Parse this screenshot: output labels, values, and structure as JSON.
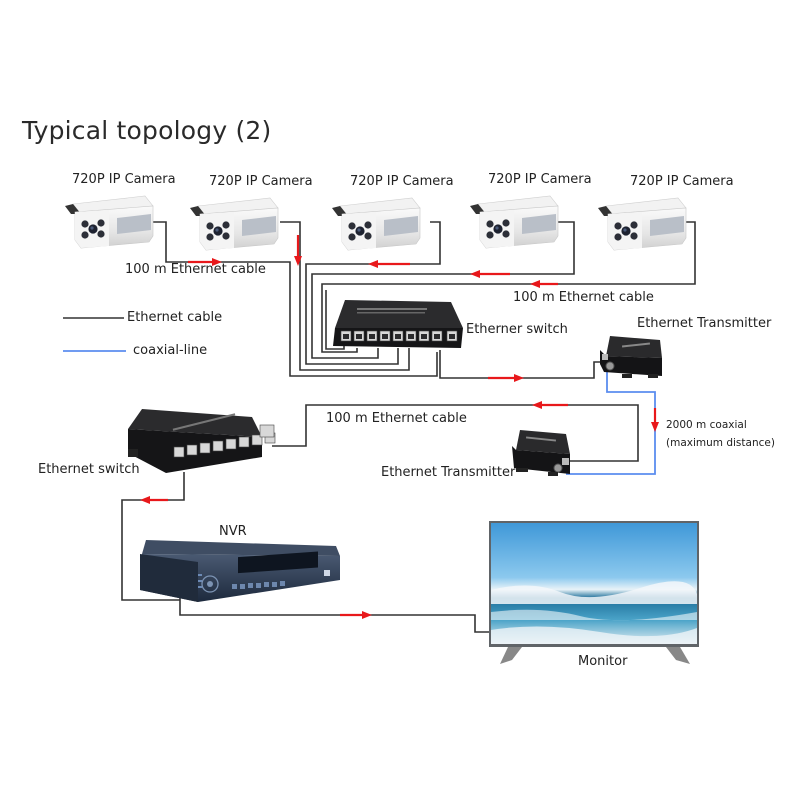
{
  "title": "Typical topology (2)",
  "cameras": [
    {
      "label": "720P IP Camera"
    },
    {
      "label": "720P IP Camera"
    },
    {
      "label": "720P IP Camera"
    },
    {
      "label": "720P IP Camera"
    },
    {
      "label": "720P IP Camera"
    }
  ],
  "cable_labels": {
    "top_left": "100 m Ethernet cable",
    "top_right": "100 m Ethernet cable",
    "middle": "100 m Ethernet cable"
  },
  "legend": [
    {
      "label": "Ethernet cable",
      "color": "#333333"
    },
    {
      "label": "coaxial-line",
      "color": "#5b8def"
    }
  ],
  "devices": {
    "switch_top": "Etherner switch",
    "transmitter_top": "Ethernet Transmitter",
    "transmitter_bottom": "Ethernet Transmitter",
    "switch_bottom": "Ethernet switch",
    "nvr": "NVR",
    "monitor": "Monitor"
  },
  "coax_note": {
    "line1": "2000 m coaxial",
    "line2": "(maximum distance)"
  },
  "colors": {
    "ethernet": "#333333",
    "coax": "#5b8def",
    "arrow": "#e8181b",
    "device_dark": "#1c1c1e",
    "nvr_blue": "#2b3d57"
  }
}
